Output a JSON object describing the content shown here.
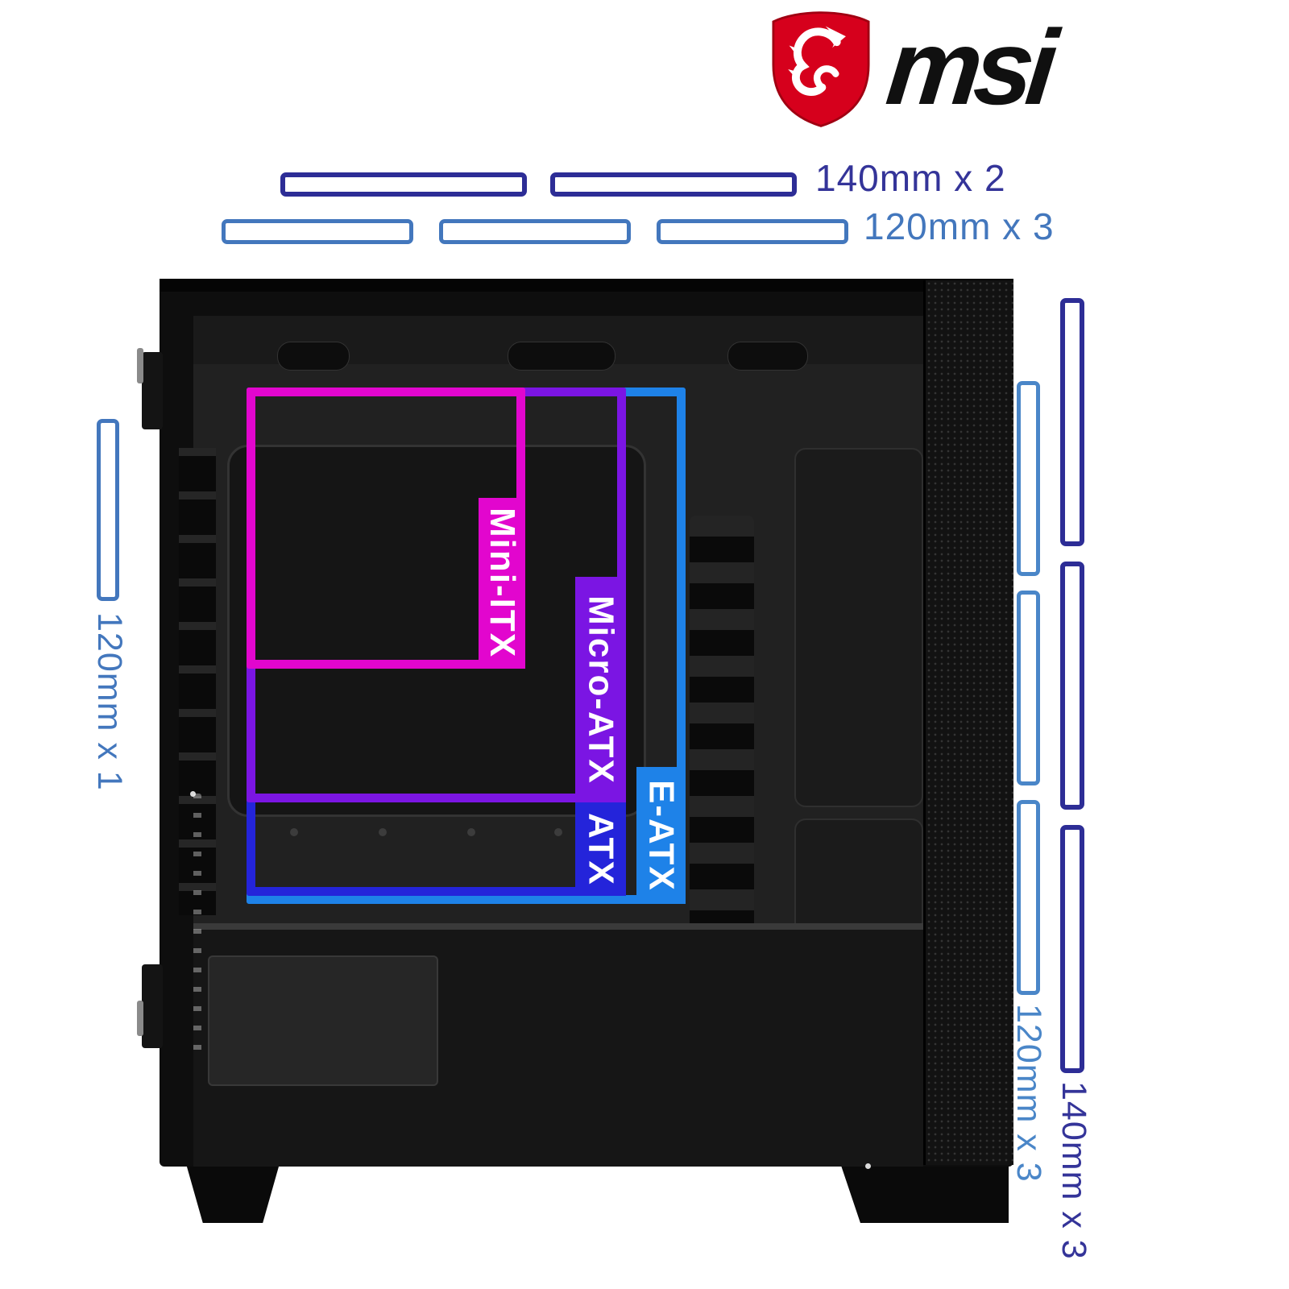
{
  "brand": {
    "wordmark": "msi"
  },
  "fan_mounts": {
    "top_140": {
      "label": "140mm x 2"
    },
    "top_120": {
      "label": "120mm x 3"
    },
    "rear_120": {
      "label": "120mm x 1"
    },
    "front_120": {
      "label": "120mm x 3"
    },
    "front_140": {
      "label": "140mm x 3"
    }
  },
  "motherboard_support": {
    "mini_itx": "Mini-ITX",
    "micro_atx": "Micro-ATX",
    "atx": "ATX",
    "e_atx": "E-ATX"
  },
  "colors": {
    "msi_red": "#d6001c",
    "wordmark": "#101010",
    "fan_140": "#2d2d96",
    "fan_140_text": "#343499",
    "fan_120": "#4377bd",
    "fan_120_text": "#4377bd",
    "fan_120_light": "#4a86c8",
    "mini_itx": "#e206ce",
    "micro_atx": "#7b15e3",
    "atx": "#2424da",
    "e_atx": "#1e82e8"
  }
}
